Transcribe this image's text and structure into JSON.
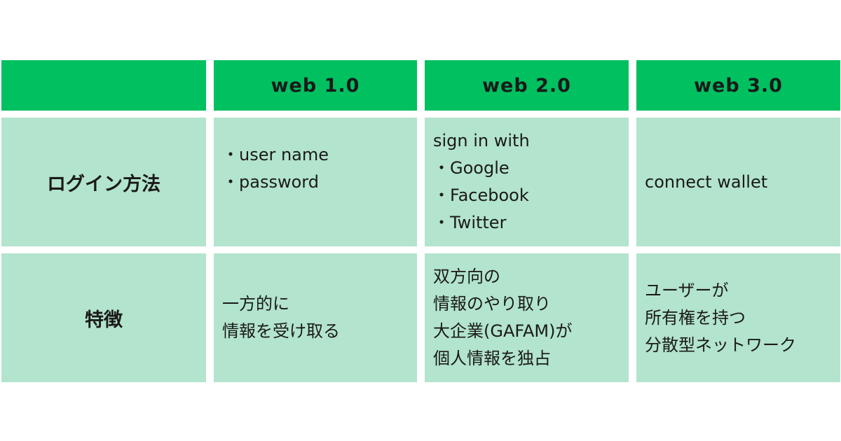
{
  "columns": [
    "",
    "web 1.0",
    "web 2.0",
    "web 3.0"
  ],
  "rows": [
    {
      "label": "ログイン方法",
      "cells": [
        [
          "・user name",
          "・password"
        ],
        [
          "sign in with",
          "・Google",
          "・Facebook",
          "・Twitter"
        ],
        [
          "connect wallet"
        ]
      ]
    },
    {
      "label": "特徴",
      "cells": [
        [
          "一方的に",
          "情報を受け取る"
        ],
        [
          "双方向の",
          "情報のやり取り",
          "大企業(GAFAM)が",
          "個人情報を独占"
        ],
        [
          "ユーザーが",
          "所有権を持つ",
          "分散型ネットワーク"
        ]
      ]
    }
  ],
  "colors": {
    "header": "#00c060",
    "cell": "#b3e4cd"
  }
}
